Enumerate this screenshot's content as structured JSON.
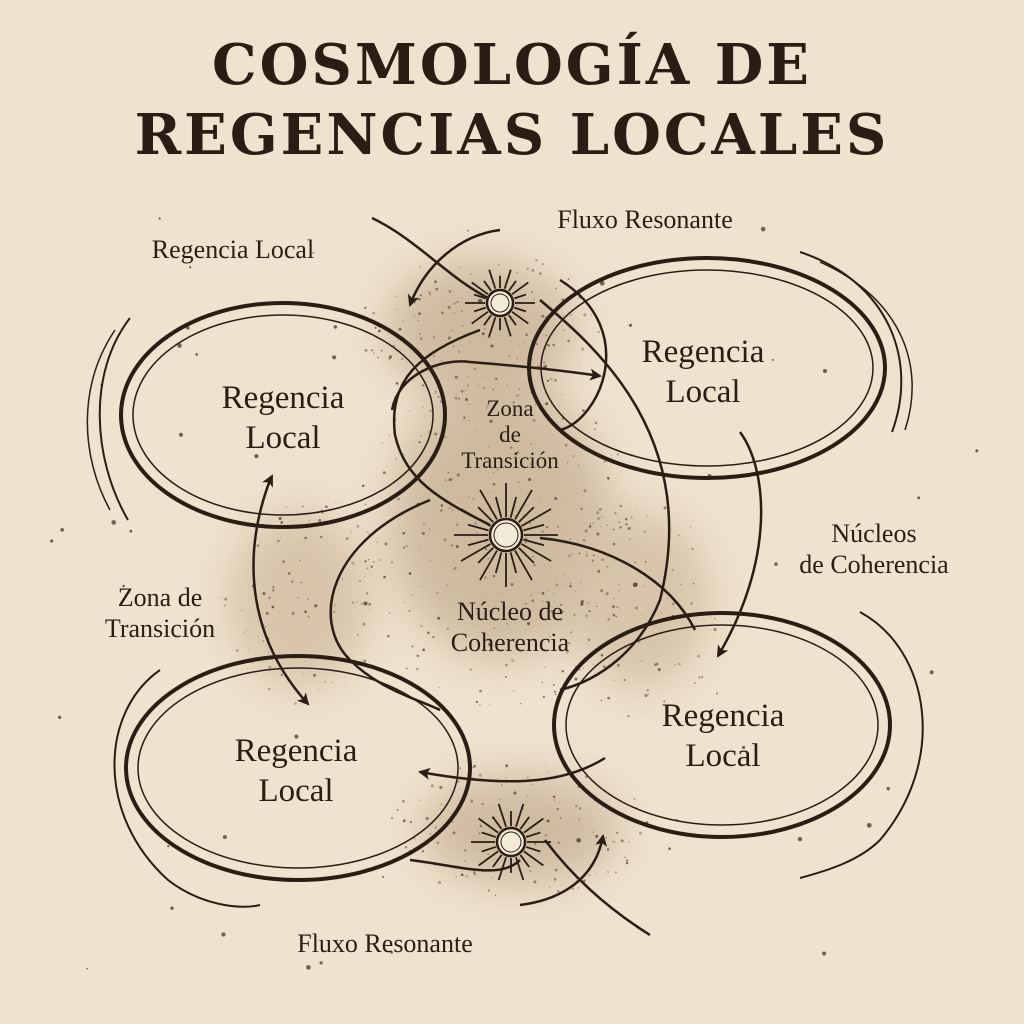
{
  "title": {
    "line1": "COSMOLOGÍA DE",
    "line2": "REGENCIAS LOCALES"
  },
  "labels": {
    "top_flux": "Fluxo Resonante",
    "top_left_regencia": "Regencia Local",
    "bottom_flux": "Fluxo Resonante",
    "side_nucleos_line1": "Núcleos",
    "side_nucleos_line2": "de Coherencia",
    "center_zone_line1": "Zona",
    "center_zone_line2": "de",
    "center_zone_line3": "Transición",
    "center_nucleo_line1": "Núcleo de",
    "center_nucleo_line2": "Coherencia",
    "left_zone_line1": "Zona de",
    "left_zone_line2": "Transición"
  },
  "regions": [
    {
      "line1": "Regencia",
      "line2": "Local"
    },
    {
      "line1": "Regencia",
      "line2": "Local"
    },
    {
      "line1": "Regencia",
      "line2": "Local"
    },
    {
      "line1": "Regencia",
      "line2": "Local"
    }
  ],
  "colors": {
    "paper": "#efe3cf",
    "ink": "#2a1d14",
    "haze": "#b59a7a"
  }
}
